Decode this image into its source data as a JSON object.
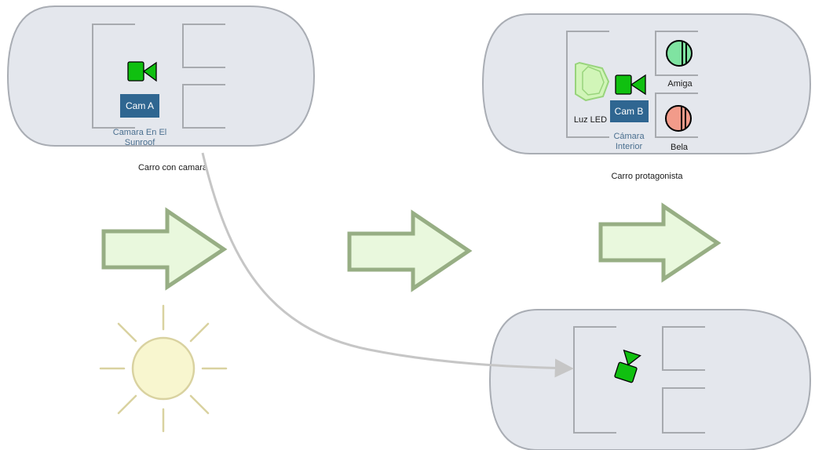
{
  "cars": {
    "camera_car": {
      "caption": "Carro con camara",
      "cam_badge": "Cam A",
      "cam_caption_line1": "Camara En El",
      "cam_caption_line2": "Sunroof"
    },
    "protagonist_car": {
      "caption": "Carro protagonista",
      "cam_badge": "Cam B",
      "cam_caption_line1": "Cámara",
      "cam_caption_line2": "Interior",
      "led_label": "Luz LED",
      "person_front": "Amiga",
      "person_back": "Bela"
    }
  },
  "colors": {
    "car_fill": "#e4e7ed",
    "car_stroke": "#a9adb4",
    "seat_stroke": "#a7aaaf",
    "badge_fill": "#2f6691",
    "caption_blue": "#4a6f8f",
    "camera_green": "#10c010",
    "arrow_fill": "#e9f8dd",
    "arrow_stroke": "#97ae84",
    "person_green": "#7fe3a1",
    "person_red": "#f29b8a",
    "led_fill": "#d1f5b8",
    "led_stroke": "#98d47c",
    "sun_fill": "#f8f6cf",
    "sun_stroke": "#d9d2a0",
    "path_stroke": "#c6c6c6"
  },
  "icons": [
    "camera-icon",
    "led-light-icon",
    "person-icon",
    "sun-icon",
    "right-arrow-icon"
  ]
}
